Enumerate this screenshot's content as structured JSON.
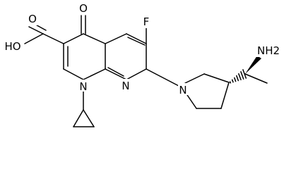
{
  "molecule": {
    "atoms": {
      "carboxyl_oxygen": "O",
      "hydroxyl": "HO",
      "ketone_oxygen": "O",
      "fluorine": "F",
      "ring_nitrogen_1": "N",
      "ring_nitrogen_8": "N",
      "pyrrolidine_nitrogen": "N",
      "amine": "NH2"
    },
    "colors": {
      "ink": "#000000",
      "background": "#ffffff"
    }
  }
}
